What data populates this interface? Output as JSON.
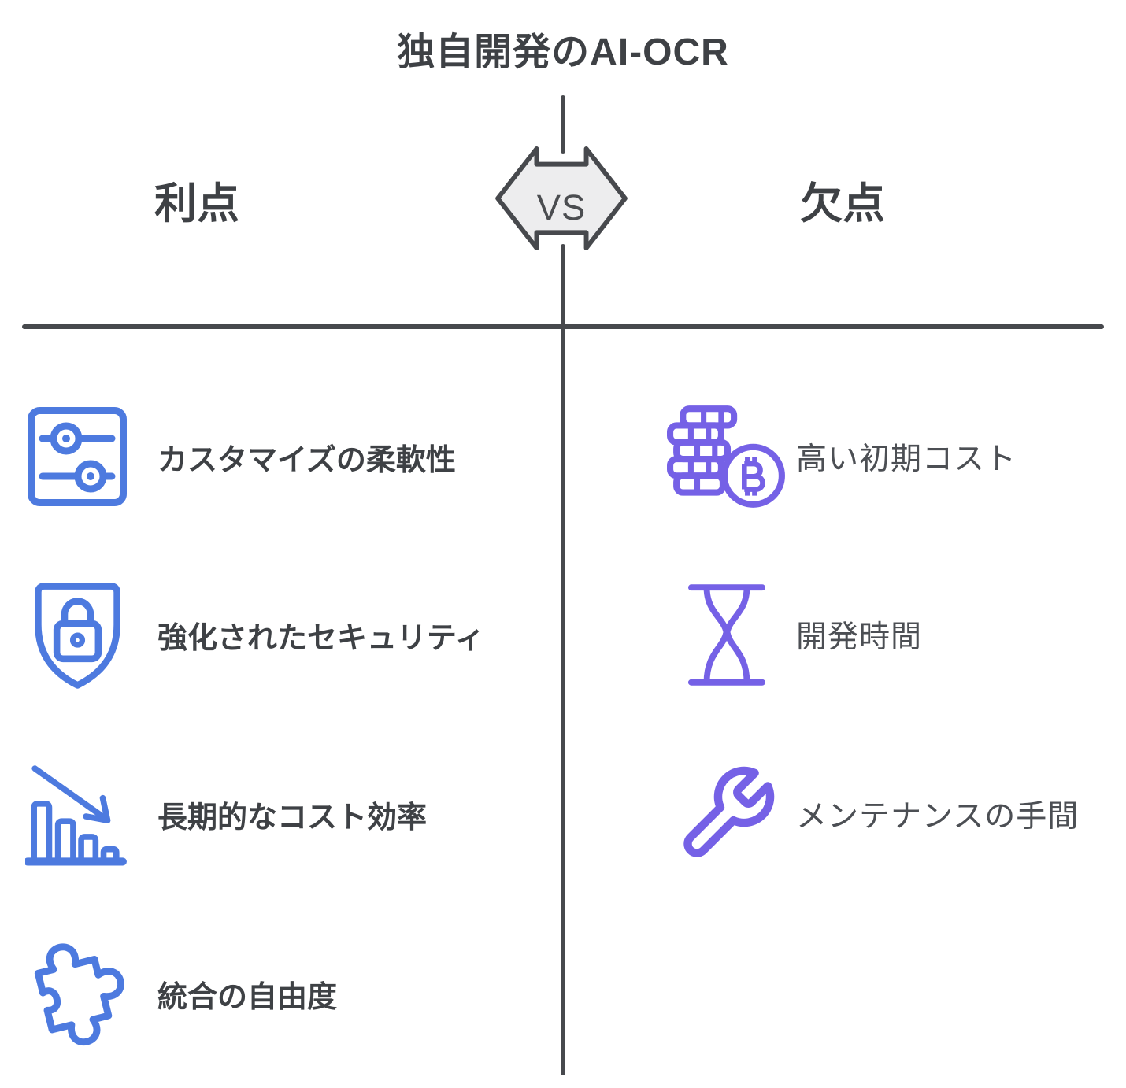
{
  "title": "独自開発のAI-OCR",
  "vs": {
    "label": "VS"
  },
  "left": {
    "header": "利点",
    "items": [
      {
        "label": "カスタマイズの柔軟性",
        "icon": "sliders-icon"
      },
      {
        "label": "強化されたセキュリティ",
        "icon": "shield-lock-icon"
      },
      {
        "label": "長期的なコスト効率",
        "icon": "declining-bar-chart-icon"
      },
      {
        "label": "統合の自由度",
        "icon": "puzzle-piece-icon"
      }
    ]
  },
  "right": {
    "header": "欠点",
    "items": [
      {
        "label": "高い初期コスト",
        "icon": "bitcoin-coins-icon"
      },
      {
        "label": "開発時間",
        "icon": "hourglass-icon"
      },
      {
        "label": "メンテナンスの手間",
        "icon": "wrench-icon"
      }
    ]
  },
  "colors": {
    "advantage_blue": "#4d7adf",
    "disadvantage_purple": "#7561e6",
    "line_dark": "#47494d",
    "text_dark": "#3e4145",
    "text_regular": "#4c4f54",
    "arrow_fill": "#ededee"
  }
}
